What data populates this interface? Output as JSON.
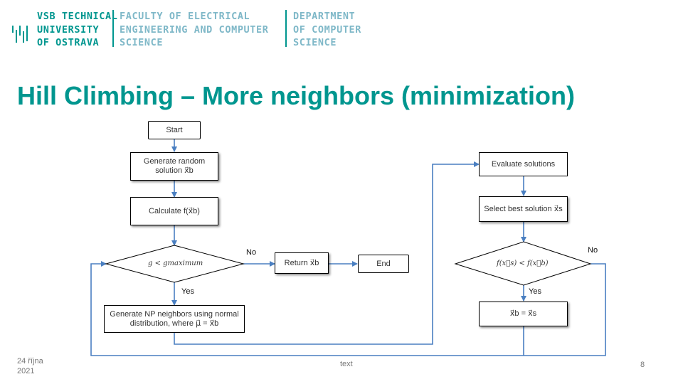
{
  "header": {
    "university": "VSB TECHNICAL\nUNIVERSITY\nOF OSTRAVA",
    "faculty": "FACULTY OF ELECTRICAL\nENGINEERING AND COMPUTER\nSCIENCE",
    "department": "DEPARTMENT\nOF COMPUTER\nSCIENCE"
  },
  "title": "Hill Climbing – More neighbors (minimization)",
  "flowchart": {
    "start": "Start",
    "generate_random_line1": "Generate random",
    "generate_random_line2": "solution x⃗b",
    "calculate": "Calculate f(x⃗b)",
    "decision_left": "g < gmaximum",
    "return": "Return x⃗b",
    "end": "End",
    "evaluate": "Evaluate solutions",
    "select_best": "Select best solution x⃗s",
    "decision_right": "f(x⃗s) < f(x⃗b)",
    "assign": "x⃗b = x⃗s",
    "generate_np_line1": "Generate NP neighbors using normal",
    "generate_np_line2": "distribution, where μ⃗ = x⃗b",
    "no_left": "No",
    "yes_left": "Yes",
    "no_right": "No",
    "yes_right": "Yes"
  },
  "footer": {
    "date_line1": "24 října",
    "date_line2": "2021",
    "center": "text",
    "page": "8"
  },
  "colors": {
    "brand_teal": "#00968f",
    "arrow_blue": "#4a7fc1",
    "line_black": "#000000"
  }
}
